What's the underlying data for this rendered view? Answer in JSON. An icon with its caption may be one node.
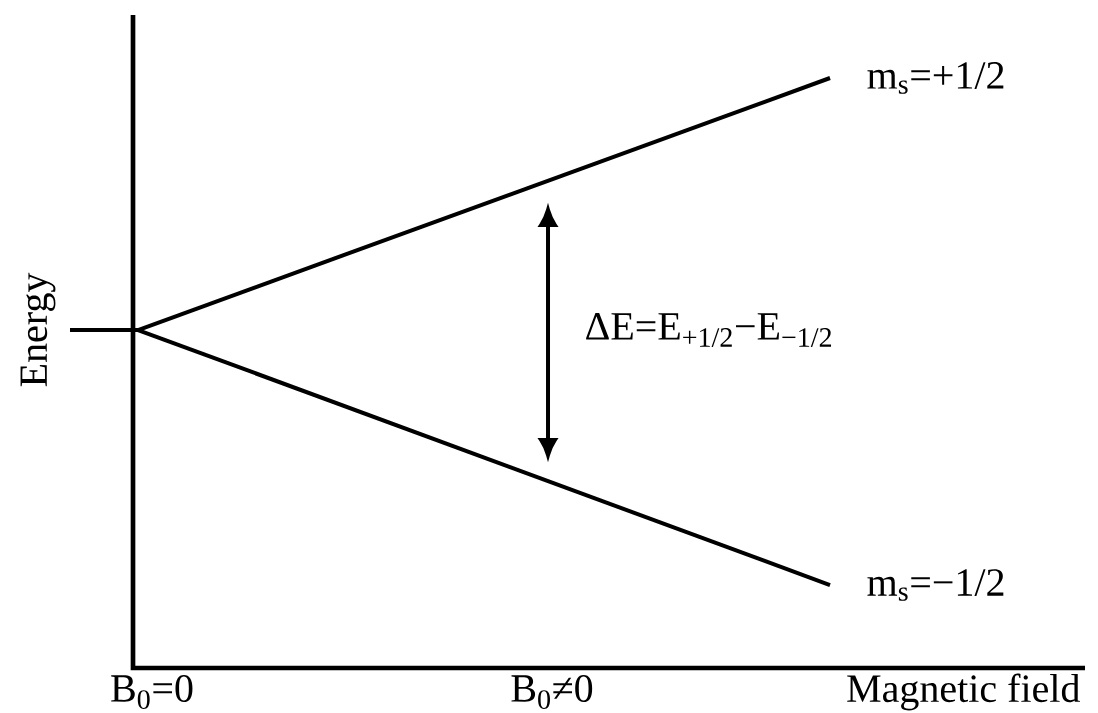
{
  "diagram": {
    "labels": [
      "m$_{s}$=+1/2",
      "Energy",
      "ΔE=E$_{+1/2}$−E$_{−1/2}$",
      "m$_{s}$=−1/2",
      "B$_{0}$=0",
      "B$_{0}$≠0",
      "Magnetic field"
    ]
  }
}
